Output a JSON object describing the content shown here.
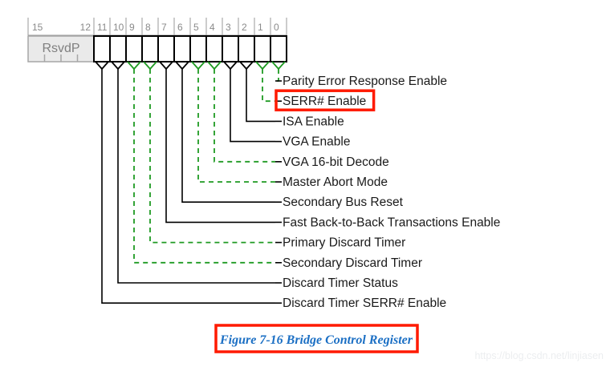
{
  "figure": {
    "caption": "Figure  7-16  Bridge Control Register",
    "caption_color": "#1b6fc4",
    "caption_border_color": "#ff1a00"
  },
  "watermark": {
    "text": "https://blog.csdn.net/linjiasen"
  },
  "colors": {
    "solid_connector": "#000000",
    "dashed_connector": "#1f9a22",
    "highlight": "#ff1a00",
    "reserved_fill": "#eaeaea",
    "reserved_stroke": "#a6a6a6",
    "reserved_text": "#808080",
    "header_text": "#8a8a8a",
    "label_text": "#1a1a1a"
  },
  "register": {
    "name": "Bridge Control Register",
    "width_bits": 16,
    "msb_label": "15",
    "reserved_field": {
      "label": "RsvdP",
      "bit_high": "15",
      "bit_low": "12"
    },
    "bit_numbers": [
      "11",
      "10",
      "9",
      "8",
      "7",
      "6",
      "5",
      "4",
      "3",
      "2",
      "1",
      "0"
    ]
  },
  "fields": [
    {
      "bit": "0",
      "label": "Parity Error Response Enable",
      "connector": "dashed",
      "highlighted": false
    },
    {
      "bit": "1",
      "label": "SERR# Enable",
      "connector": "dashed",
      "highlighted": true
    },
    {
      "bit": "2",
      "label": "ISA Enable",
      "connector": "solid",
      "highlighted": false
    },
    {
      "bit": "3",
      "label": "VGA Enable",
      "connector": "solid",
      "highlighted": false
    },
    {
      "bit": "4",
      "label": "VGA 16-bit Decode",
      "connector": "dashed",
      "highlighted": false
    },
    {
      "bit": "5",
      "label": "Master Abort Mode",
      "connector": "dashed",
      "highlighted": false
    },
    {
      "bit": "6",
      "label": "Secondary Bus Reset",
      "connector": "solid",
      "highlighted": false
    },
    {
      "bit": "7",
      "label": "Fast Back-to-Back Transactions Enable",
      "connector": "solid",
      "highlighted": false
    },
    {
      "bit": "8",
      "label": "Primary Discard Timer",
      "connector": "dashed",
      "highlighted": false
    },
    {
      "bit": "9",
      "label": "Secondary Discard Timer",
      "connector": "dashed",
      "highlighted": false
    },
    {
      "bit": "10",
      "label": "Discard Timer Status",
      "connector": "solid",
      "highlighted": false
    },
    {
      "bit": "11",
      "label": "Discard Timer SERR# Enable",
      "connector": "solid",
      "highlighted": false
    }
  ]
}
